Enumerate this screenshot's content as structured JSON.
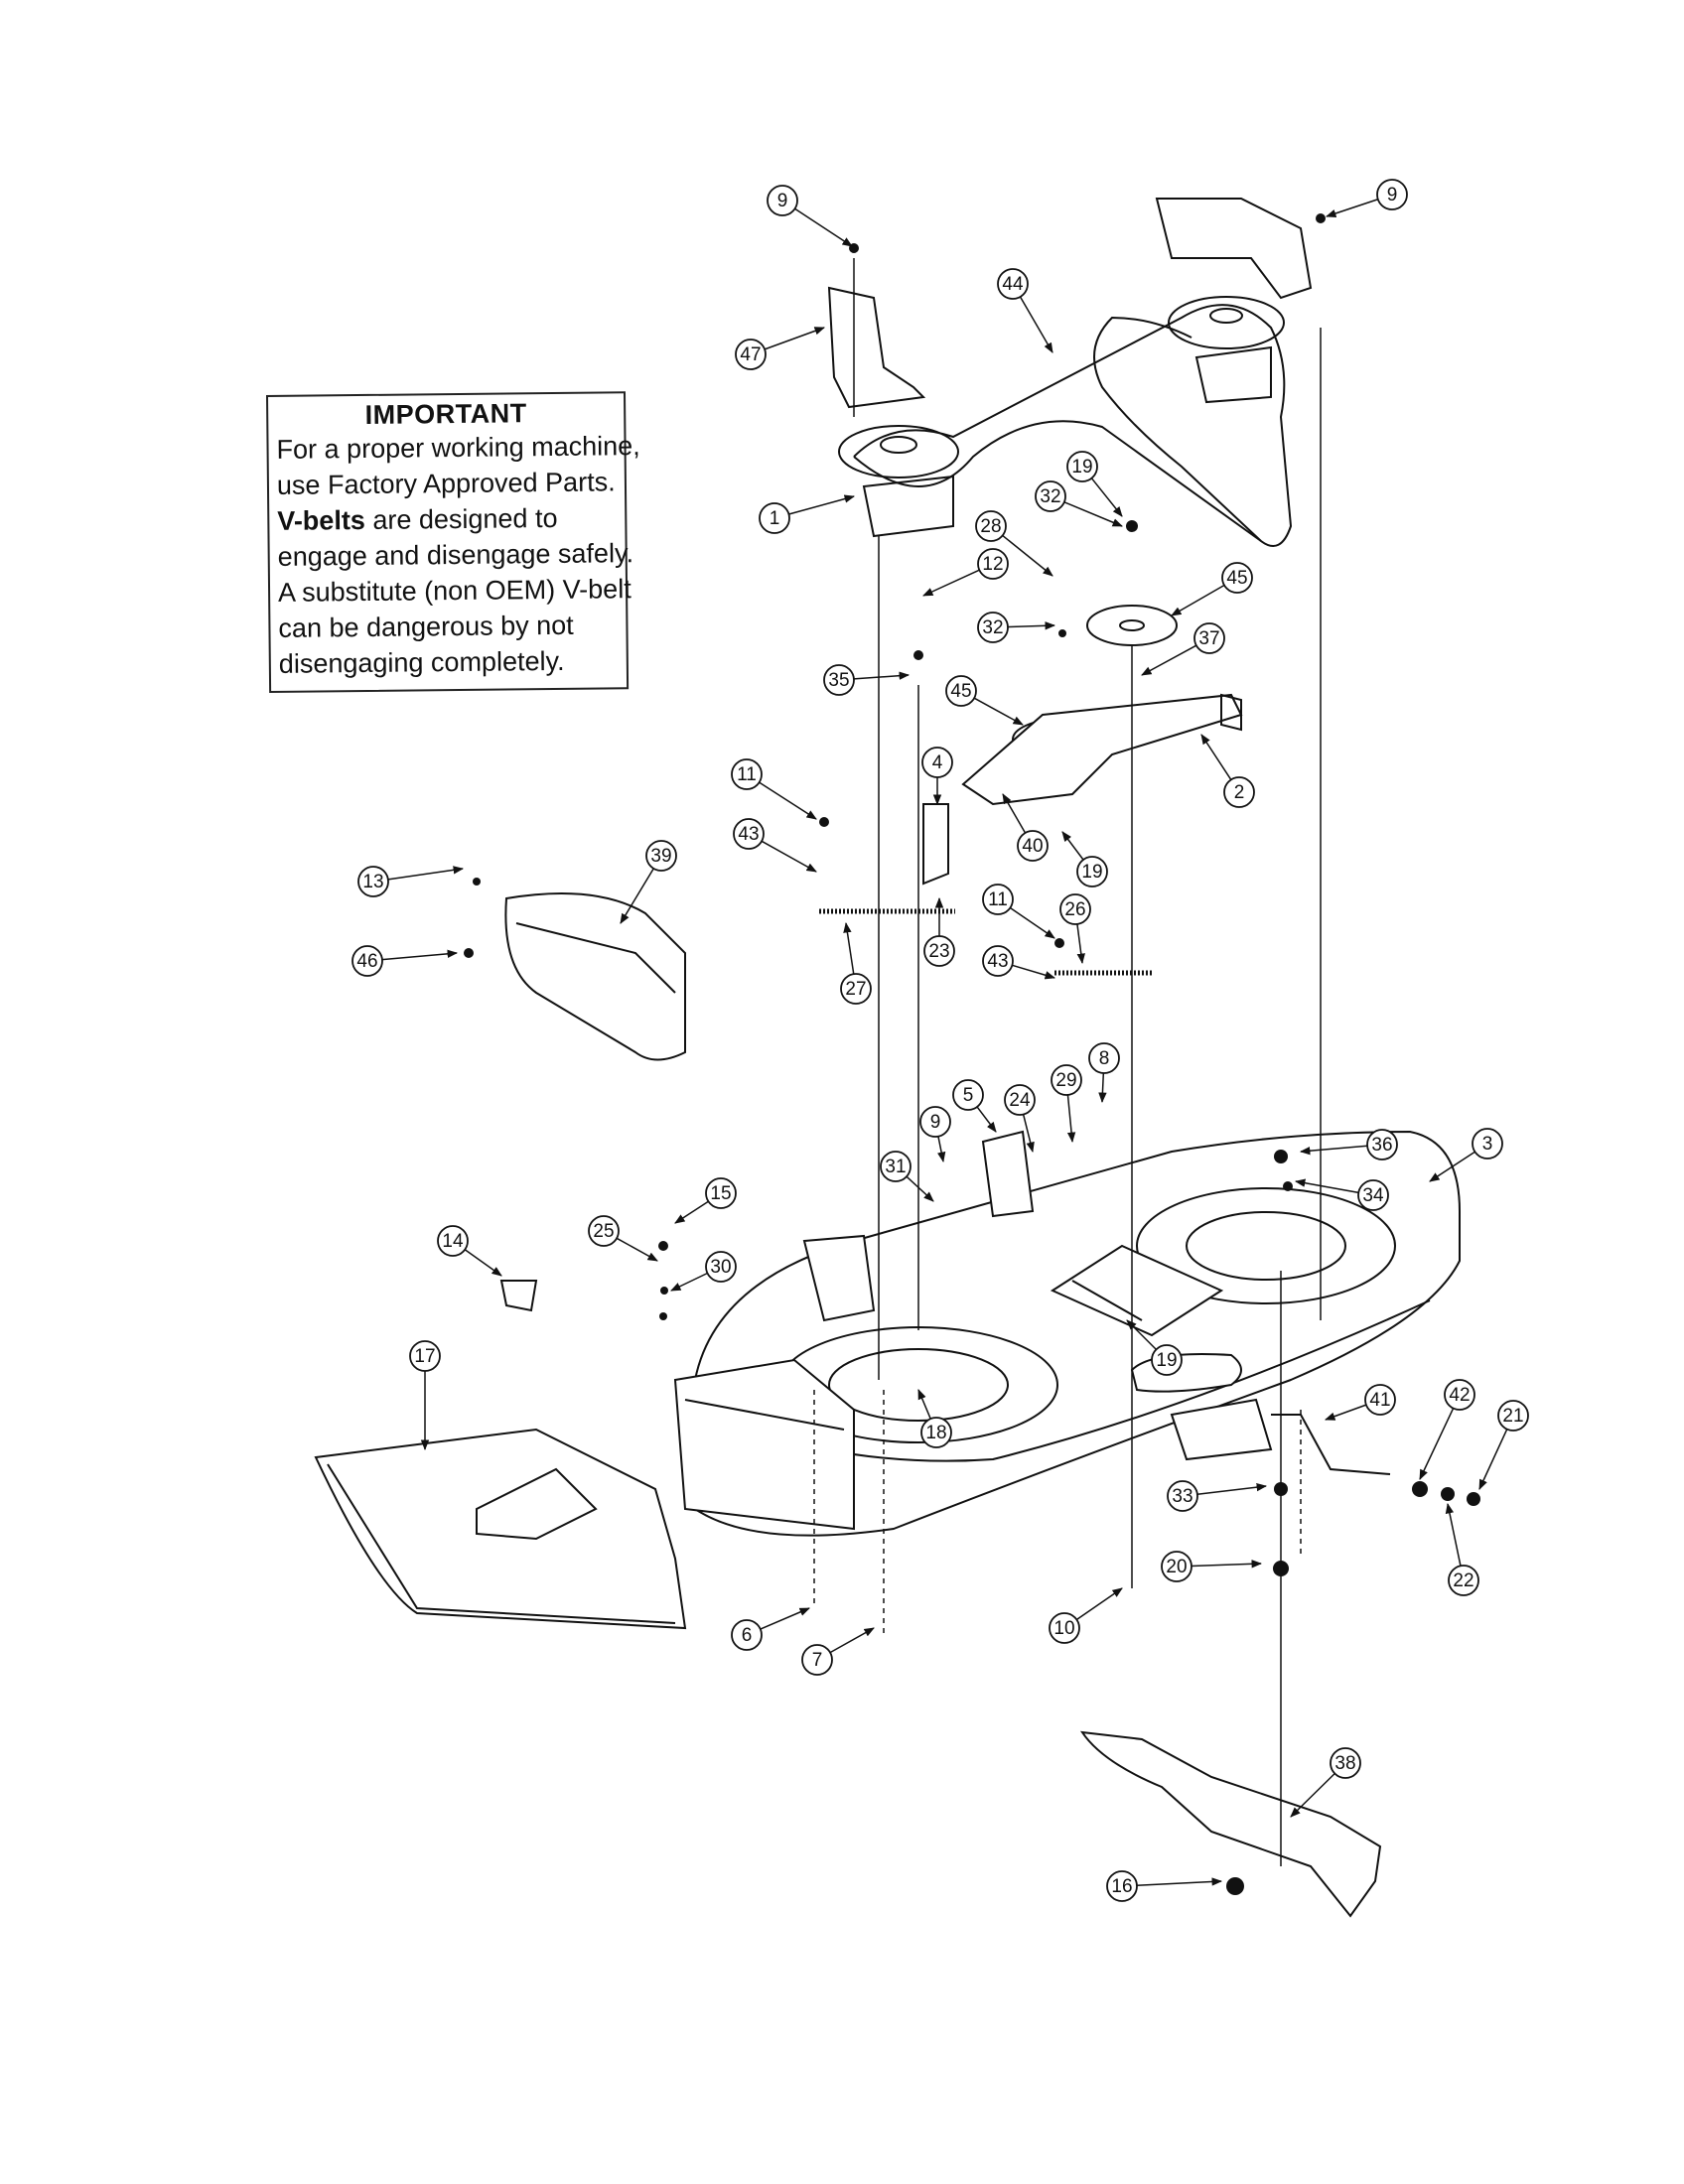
{
  "notice": {
    "heading": "IMPORTANT",
    "line1": "For a proper working machine,",
    "line2": "use Factory Approved Parts.",
    "line3_bold": "V-belts",
    "line3_rest": " are designed to",
    "line4": "engage and disengage safely.",
    "line5": "A substitute (non OEM) V-belt",
    "line6": "can be dangerous by not",
    "line7": "disengaging completely."
  },
  "callouts": [
    {
      "id": "c9a",
      "label": "9"
    },
    {
      "id": "c9b",
      "label": "9"
    },
    {
      "id": "c44",
      "label": "44"
    },
    {
      "id": "c47",
      "label": "47"
    },
    {
      "id": "c1",
      "label": "1"
    },
    {
      "id": "c19a",
      "label": "19"
    },
    {
      "id": "c32a",
      "label": "32"
    },
    {
      "id": "c28",
      "label": "28"
    },
    {
      "id": "c12",
      "label": "12"
    },
    {
      "id": "c45a",
      "label": "45"
    },
    {
      "id": "c32b",
      "label": "32"
    },
    {
      "id": "c37",
      "label": "37"
    },
    {
      "id": "c35",
      "label": "35"
    },
    {
      "id": "c45b",
      "label": "45"
    },
    {
      "id": "c4",
      "label": "4"
    },
    {
      "id": "c2",
      "label": "2"
    },
    {
      "id": "c11a",
      "label": "11"
    },
    {
      "id": "c40",
      "label": "40"
    },
    {
      "id": "c19b",
      "label": "19"
    },
    {
      "id": "c43a",
      "label": "43"
    },
    {
      "id": "c39",
      "label": "39"
    },
    {
      "id": "c13",
      "label": "13"
    },
    {
      "id": "c11b",
      "label": "11"
    },
    {
      "id": "c26",
      "label": "26"
    },
    {
      "id": "c23",
      "label": "23"
    },
    {
      "id": "c46",
      "label": "46"
    },
    {
      "id": "c43b",
      "label": "43"
    },
    {
      "id": "c27",
      "label": "27"
    },
    {
      "id": "c8",
      "label": "8"
    },
    {
      "id": "c5",
      "label": "5"
    },
    {
      "id": "c24",
      "label": "24"
    },
    {
      "id": "c29",
      "label": "29"
    },
    {
      "id": "c9c",
      "label": "9"
    },
    {
      "id": "c36",
      "label": "36"
    },
    {
      "id": "c3",
      "label": "3"
    },
    {
      "id": "c31",
      "label": "31"
    },
    {
      "id": "c34",
      "label": "34"
    },
    {
      "id": "c15",
      "label": "15"
    },
    {
      "id": "c25",
      "label": "25"
    },
    {
      "id": "c14",
      "label": "14"
    },
    {
      "id": "c30",
      "label": "30"
    },
    {
      "id": "c17",
      "label": "17"
    },
    {
      "id": "c19c",
      "label": "19"
    },
    {
      "id": "c42",
      "label": "42"
    },
    {
      "id": "c21",
      "label": "21"
    },
    {
      "id": "c41",
      "label": "41"
    },
    {
      "id": "c18",
      "label": "18"
    },
    {
      "id": "c33",
      "label": "33"
    },
    {
      "id": "c20",
      "label": "20"
    },
    {
      "id": "c22",
      "label": "22"
    },
    {
      "id": "c6",
      "label": "6"
    },
    {
      "id": "c7",
      "label": "7"
    },
    {
      "id": "c10",
      "label": "10"
    },
    {
      "id": "c38",
      "label": "38"
    },
    {
      "id": "c16",
      "label": "16"
    }
  ]
}
